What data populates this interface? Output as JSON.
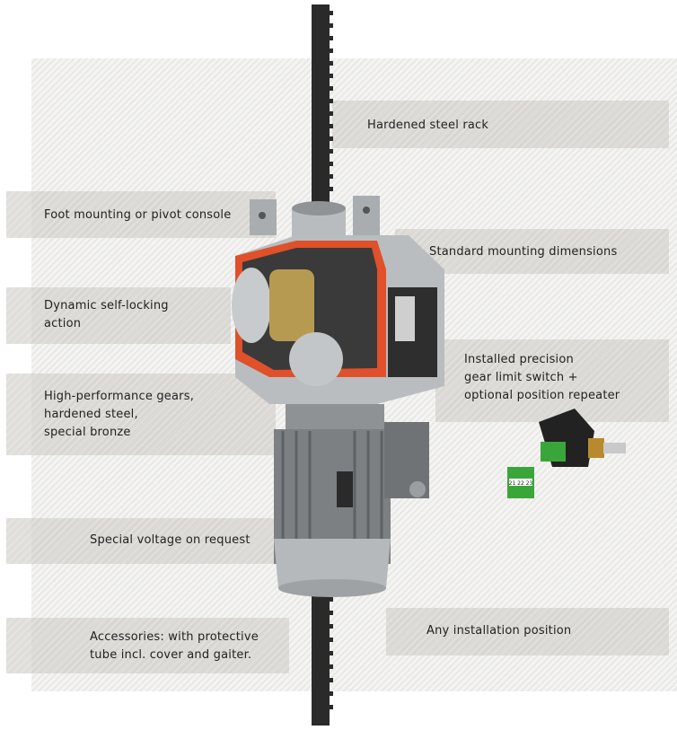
{
  "labels": {
    "rack": "Hardened steel rack",
    "foot": "Foot mounting or pivot console",
    "standard": "Standard mounting dimensions",
    "dynamic": "Dynamic self-locking\naction",
    "limit_switch": "Installed precision\ngear limit switch +\noptional position repeater",
    "gears": "High-performance gears,\nhardened steel,\nspecial bronze",
    "voltage": "Special voltage on request",
    "installation": "Any installation position",
    "accessories": "Accessories: with protective\ntube incl. cover and gaiter."
  },
  "terminal_numbers": "21 22 23",
  "colors": {
    "cutaway": "#e0502a",
    "housing": "#b9bdbf",
    "terminal": "#3aa63a"
  }
}
